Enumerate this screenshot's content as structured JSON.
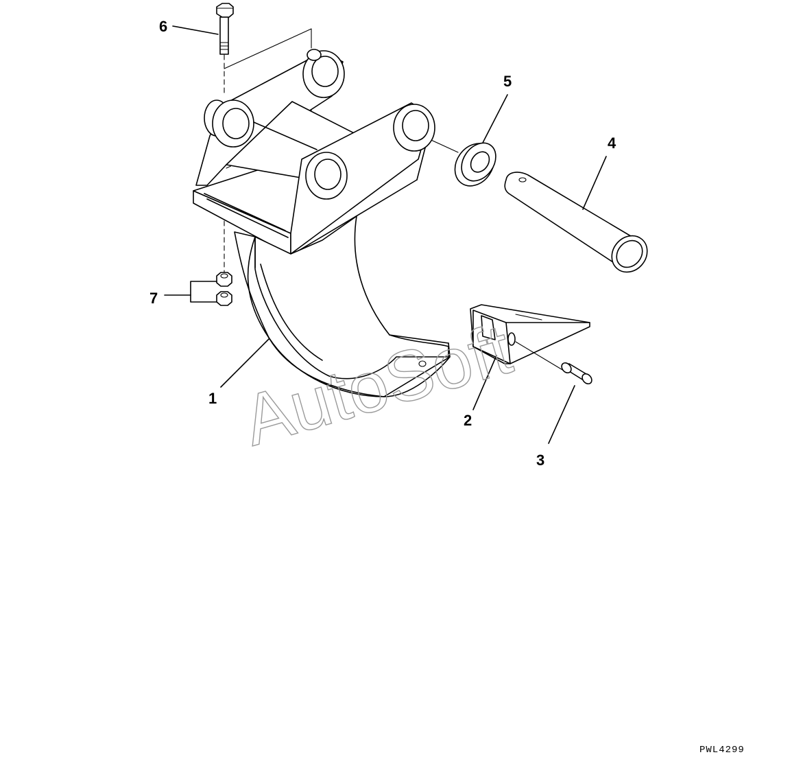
{
  "callouts": [
    {
      "id": "1",
      "label": "1"
    },
    {
      "id": "2",
      "label": "2"
    },
    {
      "id": "3",
      "label": "3"
    },
    {
      "id": "4",
      "label": "4"
    },
    {
      "id": "5",
      "label": "5"
    },
    {
      "id": "6",
      "label": "6"
    },
    {
      "id": "7",
      "label": "7"
    }
  ],
  "watermark": "AutoSoft",
  "drawing_code": "PWL4299"
}
